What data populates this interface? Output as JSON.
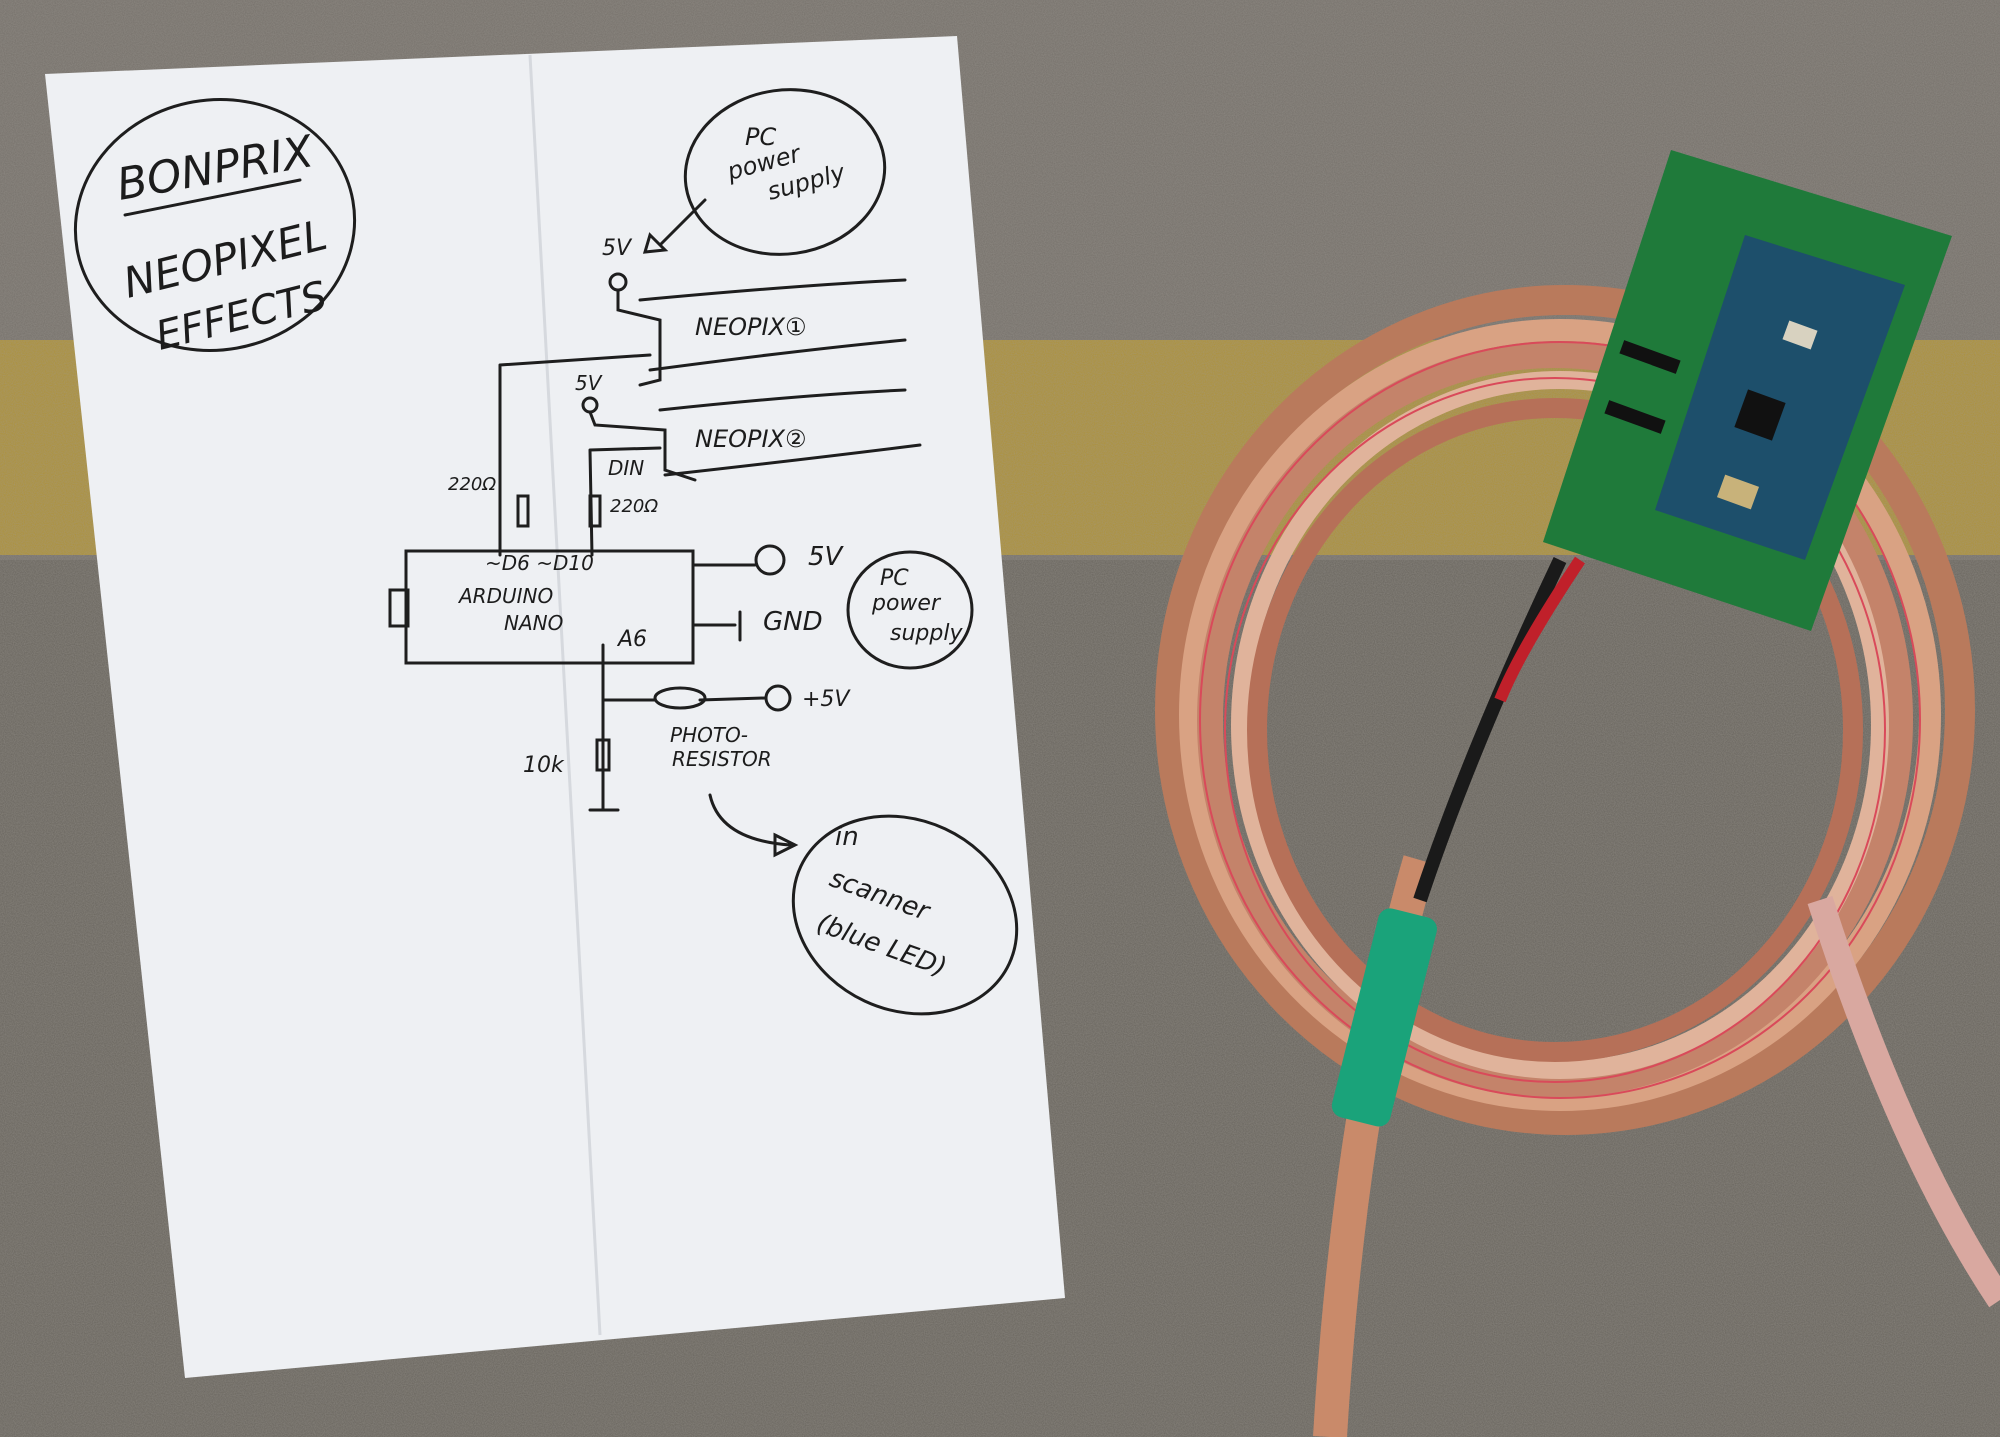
{
  "note": {
    "title_lines": [
      "BONPRIX",
      "NEOPIXEL",
      "EFFECTS"
    ],
    "pc_supply_top": [
      "PC",
      "power",
      "supply"
    ],
    "pc_supply_right": [
      "PC",
      "power",
      "supply"
    ],
    "v5_top": "5V",
    "v5_second": "5V",
    "neopix_1": "NEOPIX①",
    "neopix_2": "NEOPIX②",
    "din": "DIN",
    "resistor_left": "220Ω",
    "resistor_right": "220Ω",
    "pins": "~D6  ~D10",
    "arduino_line1": "ARDUINO",
    "arduino_line2": "NANO",
    "a6": "A6",
    "plus_5v": "5V",
    "gnd": "GND",
    "plus5v_photo": "+5V",
    "photo_line1": "PHOTO-",
    "photo_line2": "RESISTOR",
    "ten_k": "10k",
    "scanner_lines": [
      "in",
      "scanner",
      "(blue LED)"
    ]
  },
  "colors": {
    "concrete": "#6f6a62",
    "stripe": "#b8962e",
    "paper": "#eef0f3",
    "copper": "#c98a6a",
    "pcb": "#1f7a3a",
    "nano": "#1d4f6b",
    "heatshrink": "#1aa37a"
  }
}
